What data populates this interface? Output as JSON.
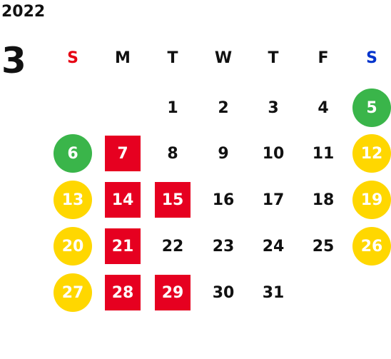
{
  "calendar": {
    "year": "2022",
    "month": "3",
    "weekdays": [
      {
        "label": "S",
        "color": "#e60012"
      },
      {
        "label": "M",
        "color": "#111111"
      },
      {
        "label": "T",
        "color": "#111111"
      },
      {
        "label": "W",
        "color": "#111111"
      },
      {
        "label": "T",
        "color": "#111111"
      },
      {
        "label": "F",
        "color": "#111111"
      },
      {
        "label": "S",
        "color": "#0033cc"
      }
    ],
    "colors": {
      "holiday_green": "#3ab54a",
      "weekend_yellow": "#ffd700",
      "closed_red": "#e60020"
    },
    "weeks": [
      [
        null,
        null,
        {
          "day": "1"
        },
        {
          "day": "2"
        },
        {
          "day": "3"
        },
        {
          "day": "4"
        },
        {
          "day": "5",
          "mark": "green-circle"
        }
      ],
      [
        {
          "day": "6",
          "mark": "green-circle"
        },
        {
          "day": "7",
          "mark": "red-square"
        },
        {
          "day": "8"
        },
        {
          "day": "9"
        },
        {
          "day": "10"
        },
        {
          "day": "11"
        },
        {
          "day": "12",
          "mark": "yellow-circle"
        }
      ],
      [
        {
          "day": "13",
          "mark": "yellow-circle"
        },
        {
          "day": "14",
          "mark": "red-square"
        },
        {
          "day": "15",
          "mark": "red-square"
        },
        {
          "day": "16"
        },
        {
          "day": "17"
        },
        {
          "day": "18"
        },
        {
          "day": "19",
          "mark": "yellow-circle"
        }
      ],
      [
        {
          "day": "20",
          "mark": "yellow-circle"
        },
        {
          "day": "21",
          "mark": "red-square"
        },
        {
          "day": "22"
        },
        {
          "day": "23"
        },
        {
          "day": "24"
        },
        {
          "day": "25"
        },
        {
          "day": "26",
          "mark": "yellow-circle"
        }
      ],
      [
        {
          "day": "27",
          "mark": "yellow-circle"
        },
        {
          "day": "28",
          "mark": "red-square"
        },
        {
          "day": "29",
          "mark": "red-square"
        },
        {
          "day": "30"
        },
        {
          "day": "31"
        },
        null,
        null
      ]
    ]
  }
}
